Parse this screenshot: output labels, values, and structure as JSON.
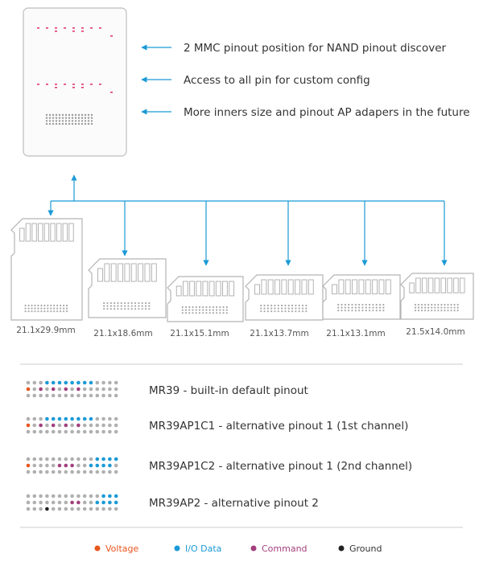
{
  "callouts": [
    {
      "text": "2 MMC pinout position for NAND pinout discover"
    },
    {
      "text": "Access to all pin for custom config"
    },
    {
      "text": "More  inners size and pinout AP adapers in the future"
    }
  ],
  "cards": [
    {
      "size": "21.1x29.9mm"
    },
    {
      "size": "21.1x18.6mm"
    },
    {
      "size": "21.1x15.1mm"
    },
    {
      "size": "21.1x13.7mm"
    },
    {
      "size": "21.1x13.1mm"
    },
    {
      "size": "21.5x14.0mm"
    }
  ],
  "pinouts": [
    {
      "label": "MR39 - built-in default pinout"
    },
    {
      "label": "MR39AP1C1 - alternative pinout 1 (1st channel)"
    },
    {
      "label": "MR39AP1C2 - alternative pinout 1 (2nd channel)"
    },
    {
      "label": "MR39AP2 - alternative pinout 2"
    }
  ],
  "legend": [
    {
      "label": "Voltage",
      "color": "#e8561e"
    },
    {
      "label": "I/O Data",
      "color": "#1a9ad6"
    },
    {
      "label": "Command",
      "color": "#a33f7d"
    },
    {
      "label": "Ground",
      "color": "#222222"
    }
  ],
  "colors": {
    "accent": "#1a9ad6",
    "pin_pink": "#e03a6e",
    "pad_grey": "#b0b0b0",
    "outline": "#b3b3b3",
    "divider": "#cccccc"
  }
}
